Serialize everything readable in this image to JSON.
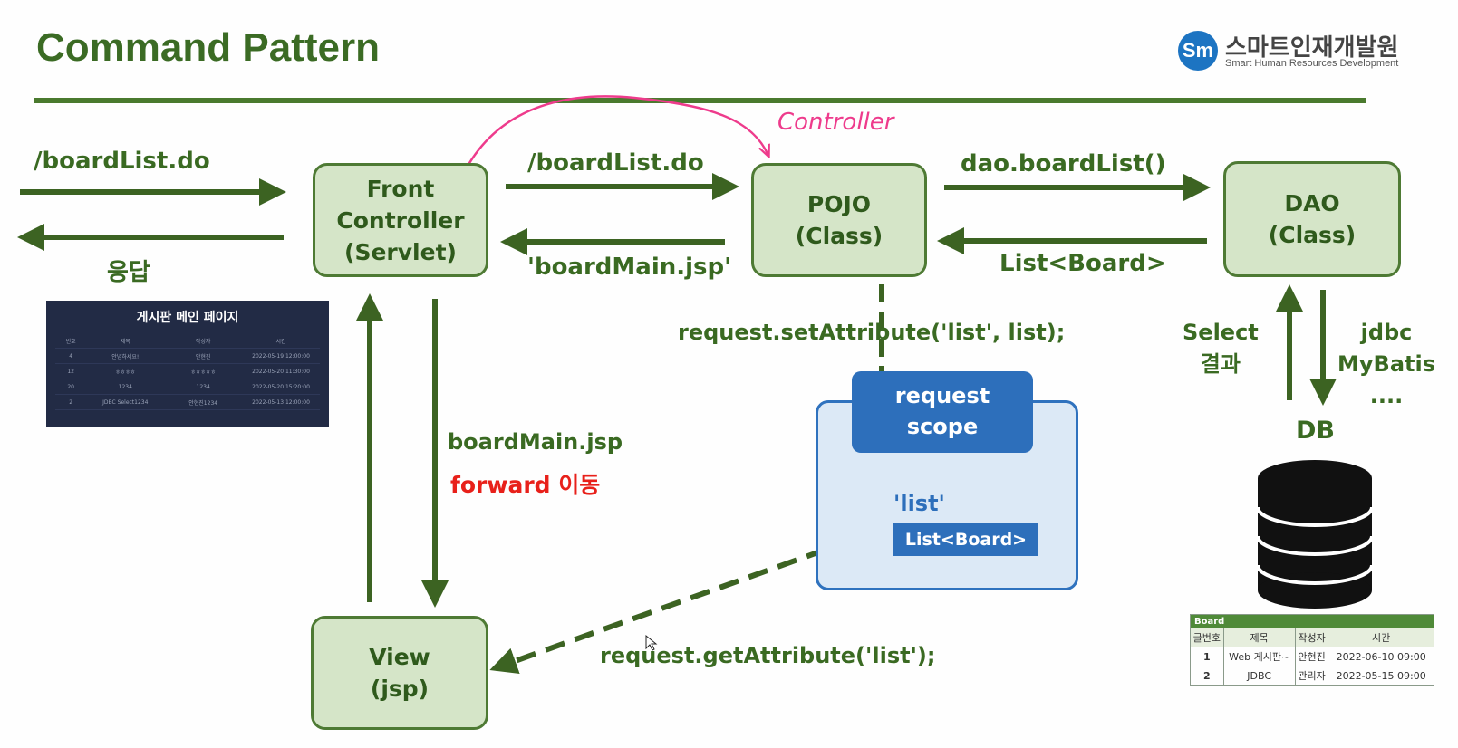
{
  "header": {
    "title": "Command Pattern",
    "logo_korean": "스마트인재개발원",
    "logo_english": "Smart Human Resources Development",
    "logo_mark": "Sm"
  },
  "boxes": {
    "front_controller": [
      "Front",
      "Controller",
      "(Servlet)"
    ],
    "pojo": [
      "POJO",
      "(Class)"
    ],
    "dao": [
      "DAO",
      "(Class)"
    ],
    "view": [
      "View",
      "(jsp)"
    ]
  },
  "labels": {
    "req_in": "/boardList.do",
    "response": "응답",
    "req_to_pojo": "/boardList.do",
    "pojo_return": "'boardMain.jsp'",
    "dao_call": "dao.boardList()",
    "dao_return": "List<Board>",
    "set_attr": "request.setAttribute('list', list);",
    "get_attr": "request.getAttribute('list');",
    "forward_jsp": "boardMain.jsp",
    "forward_move": "forward 이동",
    "select_result": [
      "Select",
      "결과"
    ],
    "jdbc": [
      "jdbc",
      "MyBatis",
      "...."
    ],
    "db": "DB",
    "handwritten": "Controller"
  },
  "request_scope": {
    "header": [
      "request",
      "scope"
    ],
    "key": "'list'",
    "value": "List<Board>"
  },
  "main_page_screenshot": {
    "title": "게시판 메인 페이지",
    "columns": [
      "번호",
      "제목",
      "작성자",
      "시간"
    ],
    "rows": [
      [
        "4",
        "안녕하세요!",
        "안현진",
        "2022-05-19 12:00:00"
      ],
      [
        "12",
        "ㅎㅎㅎㅎ",
        "ㅎㅎㅎㅎㅎ",
        "2022-05-20 11:30:00"
      ],
      [
        "20",
        "1234",
        "1234",
        "2022-05-20 15:20:00"
      ],
      [
        "2",
        "JDBC Select1234",
        "안현진1234",
        "2022-05-13 12:00:00"
      ]
    ]
  },
  "board_table": {
    "caption": "Board",
    "columns": [
      "글번호",
      "제목",
      "작성자",
      "시간"
    ],
    "rows": [
      [
        "1",
        "Web 게시판~",
        "안현진",
        "2022-06-10 09:00"
      ],
      [
        "2",
        "JDBC",
        "관리자",
        "2022-05-15 09:00"
      ]
    ]
  },
  "colors": {
    "green_dark": "#3b6b24",
    "box_fill": "#d5e5c8",
    "blue": "#2d6fbb",
    "annotation_pink": "#ee3b8c",
    "red_text": "#e8201a"
  }
}
